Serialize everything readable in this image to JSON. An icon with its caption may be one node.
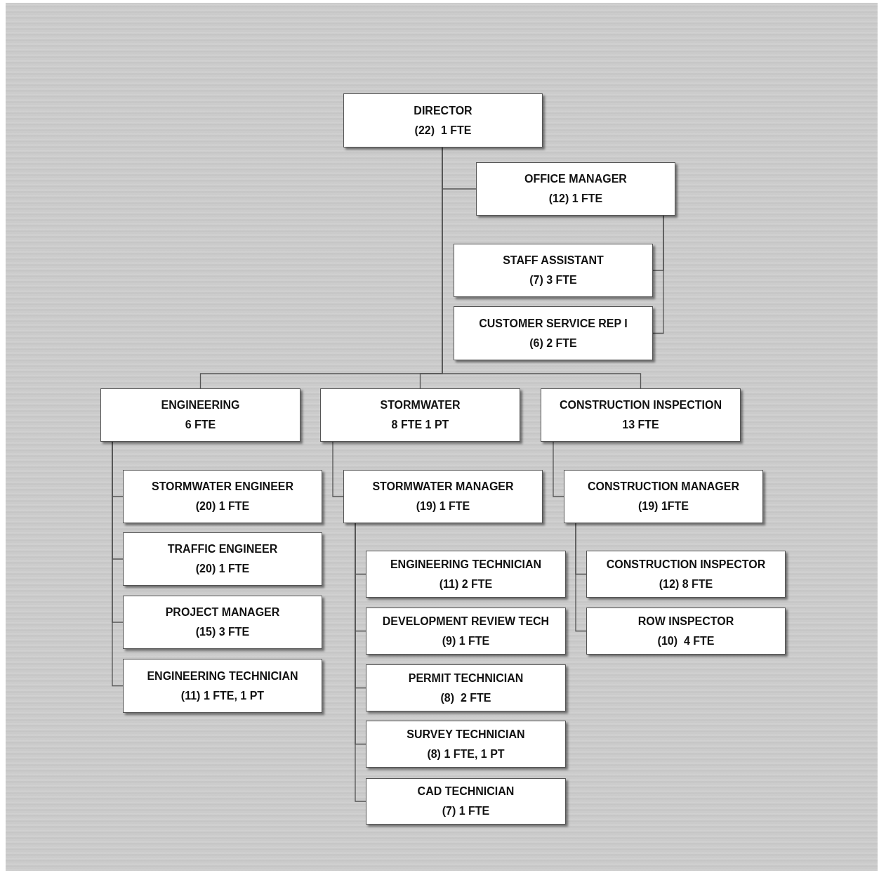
{
  "diagram": {
    "nodes": [
      {
        "text": [
          "DIRECTOR",
          "(22)  1 FTE"
        ]
      },
      {
        "text": [
          "OFFICE MANAGER",
          "(12) 1 FTE"
        ]
      },
      {
        "text": [
          "STAFF ASSISTANT",
          "(7) 3 FTE"
        ]
      },
      {
        "text": [
          "CUSTOMER SERVICE REP I",
          "(6) 2 FTE"
        ]
      },
      {
        "text": [
          "ENGINEERING",
          "6 FTE"
        ]
      },
      {
        "text": [
          "STORMWATER",
          "8 FTE 1 PT"
        ]
      },
      {
        "text": [
          "CONSTRUCTION INSPECTION",
          "13 FTE"
        ]
      },
      {
        "text": [
          "STORMWATER ENGINEER",
          "(20) 1 FTE"
        ]
      },
      {
        "text": [
          "TRAFFIC ENGINEER",
          "(20) 1 FTE"
        ]
      },
      {
        "text": [
          "PROJECT MANAGER",
          "(15) 3 FTE"
        ]
      },
      {
        "text": [
          "ENGINEERING TECHNICIAN",
          "(11) 1 FTE, 1 PT"
        ]
      },
      {
        "text": [
          "STORMWATER MANAGER",
          "(19) 1 FTE"
        ]
      },
      {
        "text": [
          "ENGINEERING TECHNICIAN",
          "(11) 2 FTE"
        ]
      },
      {
        "text": [
          "DEVELOPMENT REVIEW TECH",
          "(9) 1 FTE"
        ]
      },
      {
        "text": [
          "PERMIT TECHNICIAN",
          "(8)  2 FTE"
        ]
      },
      {
        "text": [
          "SURVEY TECHNICIAN",
          "(8) 1 FTE, 1 PT"
        ]
      },
      {
        "text": [
          "CAD TECHNICIAN",
          "(7) 1 FTE"
        ]
      },
      {
        "text": [
          "CONSTRUCTION MANAGER",
          "(19) 1FTE"
        ]
      },
      {
        "text": [
          "CONSTRUCTION INSPECTOR",
          "(12) 8 FTE"
        ]
      },
      {
        "text": [
          "ROW INSPECTOR",
          "(10)  4 FTE"
        ]
      }
    ],
    "edges": [
      {
        "from": 0,
        "to": 1,
        "arrow": "none"
      },
      {
        "from": 1,
        "to": 2,
        "arrow": "none"
      },
      {
        "from": 1,
        "to": 3,
        "arrow": "none"
      },
      {
        "from": 0,
        "to": 4,
        "arrow": "none"
      },
      {
        "from": 0,
        "to": 5,
        "arrow": "none"
      },
      {
        "from": 0,
        "to": 6,
        "arrow": "none"
      },
      {
        "from": 4,
        "to": 7,
        "arrow": "none"
      },
      {
        "from": 4,
        "to": 8,
        "arrow": "none"
      },
      {
        "from": 4,
        "to": 9,
        "arrow": "none"
      },
      {
        "from": 4,
        "to": 10,
        "arrow": "none"
      },
      {
        "from": 5,
        "to": 11,
        "arrow": "none"
      },
      {
        "from": 11,
        "to": 12,
        "arrow": "none"
      },
      {
        "from": 11,
        "to": 13,
        "arrow": "none"
      },
      {
        "from": 11,
        "to": 14,
        "arrow": "none"
      },
      {
        "from": 11,
        "to": 15,
        "arrow": "none"
      },
      {
        "from": 11,
        "to": 16,
        "arrow": "none"
      },
      {
        "from": 6,
        "to": 17,
        "arrow": "none"
      },
      {
        "from": 17,
        "to": 18,
        "arrow": "none"
      },
      {
        "from": 17,
        "to": 19,
        "arrow": "none"
      }
    ]
  }
}
